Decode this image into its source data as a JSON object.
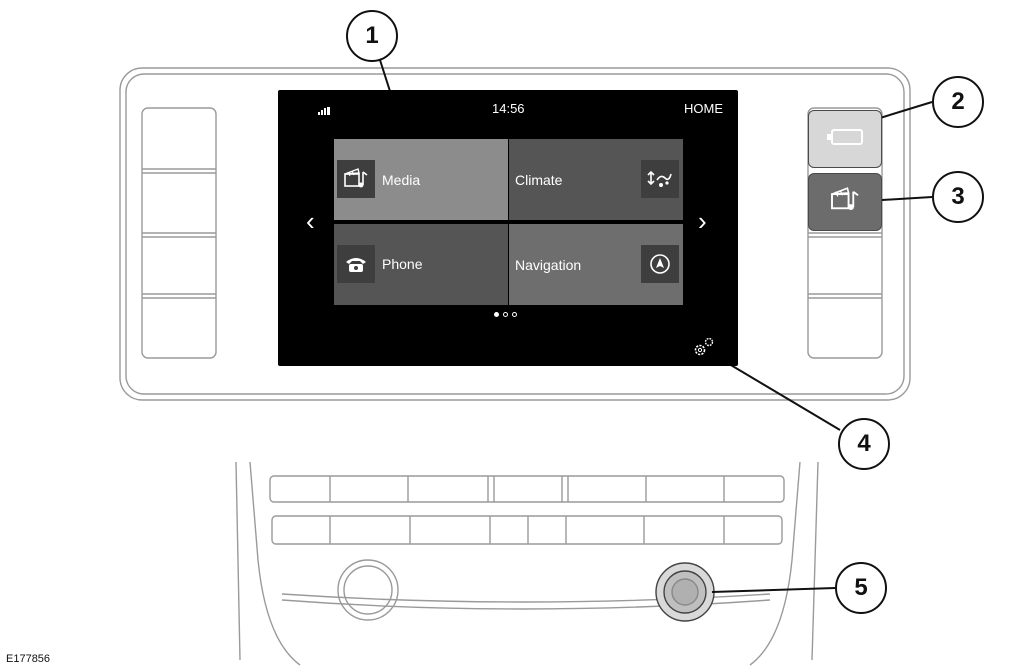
{
  "screen": {
    "time": "14:56",
    "home_label": "HOME",
    "tiles": [
      {
        "label": "Media",
        "icon": "media-icon"
      },
      {
        "label": "Climate",
        "icon": "climate-icon"
      },
      {
        "label": "Phone",
        "icon": "phone-icon"
      },
      {
        "label": "Navigation",
        "icon": "navigation-icon"
      }
    ],
    "prev_arrow": "‹",
    "next_arrow": "›",
    "page_dots": {
      "total": 3,
      "active": 1
    }
  },
  "buttons": [
    {
      "name": "power-button",
      "icon": "battery-icon"
    },
    {
      "name": "media-button",
      "icon": "media-icon"
    }
  ],
  "callouts": [
    "1",
    "2",
    "3",
    "4",
    "5"
  ],
  "figure_id": "E177856",
  "colors": {
    "screen_bg": "#000000",
    "tile_media_active": "#8c8c8c",
    "tile_dark": "#555555",
    "tile_medium": "#6e6e6e",
    "button_gray": "#6c6c6c",
    "line": "#999999"
  }
}
